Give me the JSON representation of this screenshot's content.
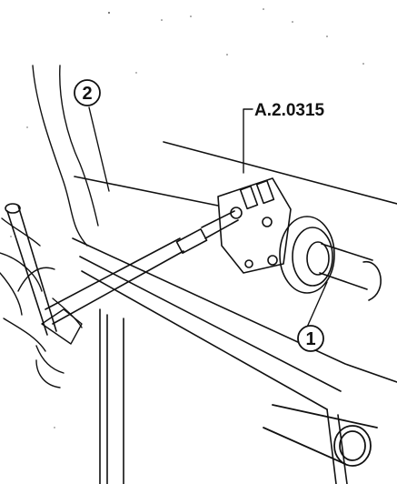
{
  "callouts": {
    "num_1": "1",
    "num_2": "2",
    "tool_code": "A.2.0315"
  },
  "colors": {
    "ink": "#111111",
    "paper": "#ffffff"
  }
}
